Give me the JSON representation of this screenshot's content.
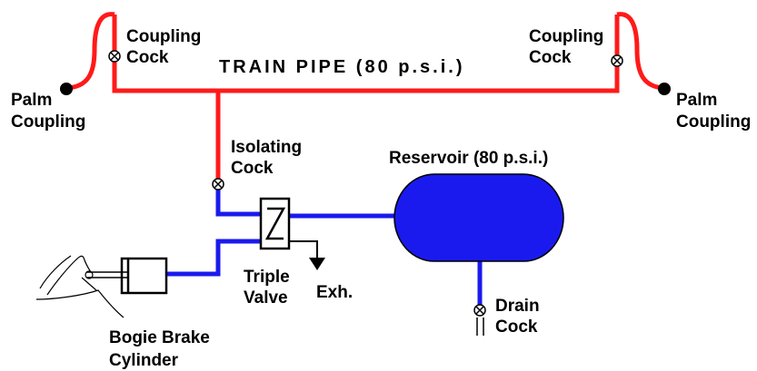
{
  "colors": {
    "train_pipe": "#ff1a1a",
    "brake_pipe": "#1a1aee",
    "reservoir": "#1a1aee",
    "outline": "#000000"
  },
  "labels": {
    "train_pipe": "TRAIN PIPE (80 p.s.i.)",
    "coupling_cock_left": [
      "Coupling",
      "Cock"
    ],
    "coupling_cock_right": [
      "Coupling",
      "Cock"
    ],
    "palm_coupling_left": [
      "Palm",
      "Coupling"
    ],
    "palm_coupling_right": [
      "Palm",
      "Coupling"
    ],
    "isolating_cock": [
      "Isolating",
      "Cock"
    ],
    "reservoir": "Reservoir (80 p.s.i.)",
    "triple_valve": [
      "Triple",
      "Valve"
    ],
    "exhaust": "Exh.",
    "drain_cock": [
      "Drain",
      "Cock"
    ],
    "brake_cylinder": [
      "Bogie Brake",
      "Cylinder"
    ]
  }
}
